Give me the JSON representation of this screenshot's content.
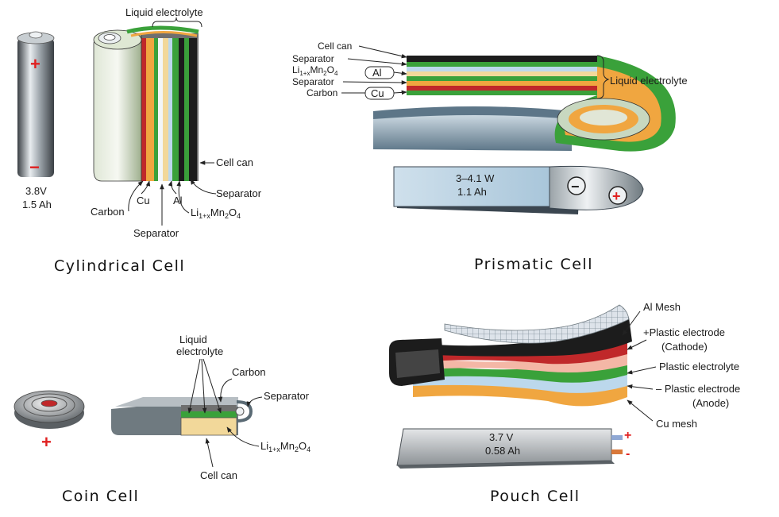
{
  "panels": {
    "cylindrical": {
      "caption": "Cylindrical Cell",
      "rating": [
        "3.8V",
        "1.5 Ah"
      ],
      "labels": {
        "liquid_electrolyte": "Liquid electrolyte",
        "cell_can": "Cell can",
        "separator_a": "Separator",
        "separator_b": "Separator",
        "carbon": "Carbon",
        "cu": "Cu",
        "al": "Al",
        "cathode": "Li1+xMn2O4"
      },
      "plus": "+",
      "minus": "−"
    },
    "prismatic": {
      "caption": "Prismatic Cell",
      "rating": [
        "3–4.1 W",
        "1.1 Ah"
      ],
      "labels": {
        "cell_can": "Cell can",
        "separator_a": "Separator",
        "cathode": "Li1+xMn2O4",
        "separator_b": "Separator",
        "carbon": "Carbon",
        "al": "Al",
        "cu": "Cu",
        "liquid_electrolyte": "Liquid electrolyte"
      },
      "minus": "−",
      "plus": "+"
    },
    "coin": {
      "caption": "Coin Cell",
      "labels": {
        "liquid_electrolyte_1": "Liquid",
        "liquid_electrolyte_2": "electrolyte",
        "carbon": "Carbon",
        "separator": "Separator",
        "cathode": "Li1+xMn2O4",
        "cell_can": "Cell can"
      },
      "plus": "+"
    },
    "pouch": {
      "caption": "Pouch Cell",
      "rating": [
        "3.7 V",
        "0.58 Ah"
      ],
      "labels": {
        "al_mesh": "Al Mesh",
        "cathode_1": "+Plastic electrode",
        "cathode_2": "(Cathode)",
        "plastic_electrolyte": "Plastic electrolyte",
        "anode_1": "– Plastic electrode",
        "anode_2": "(Anode)",
        "cu_mesh": "Cu mesh"
      },
      "plus": "+",
      "minus": "-"
    }
  },
  "colors": {
    "green": "#3aa13a",
    "red": "#c0282a",
    "orange": "#f0a640",
    "blue_sep": "#bcd8ec",
    "cathode_yellow": "#f2d89a",
    "can_gray": "#8f9aa0",
    "plus_red": "#e02020"
  }
}
